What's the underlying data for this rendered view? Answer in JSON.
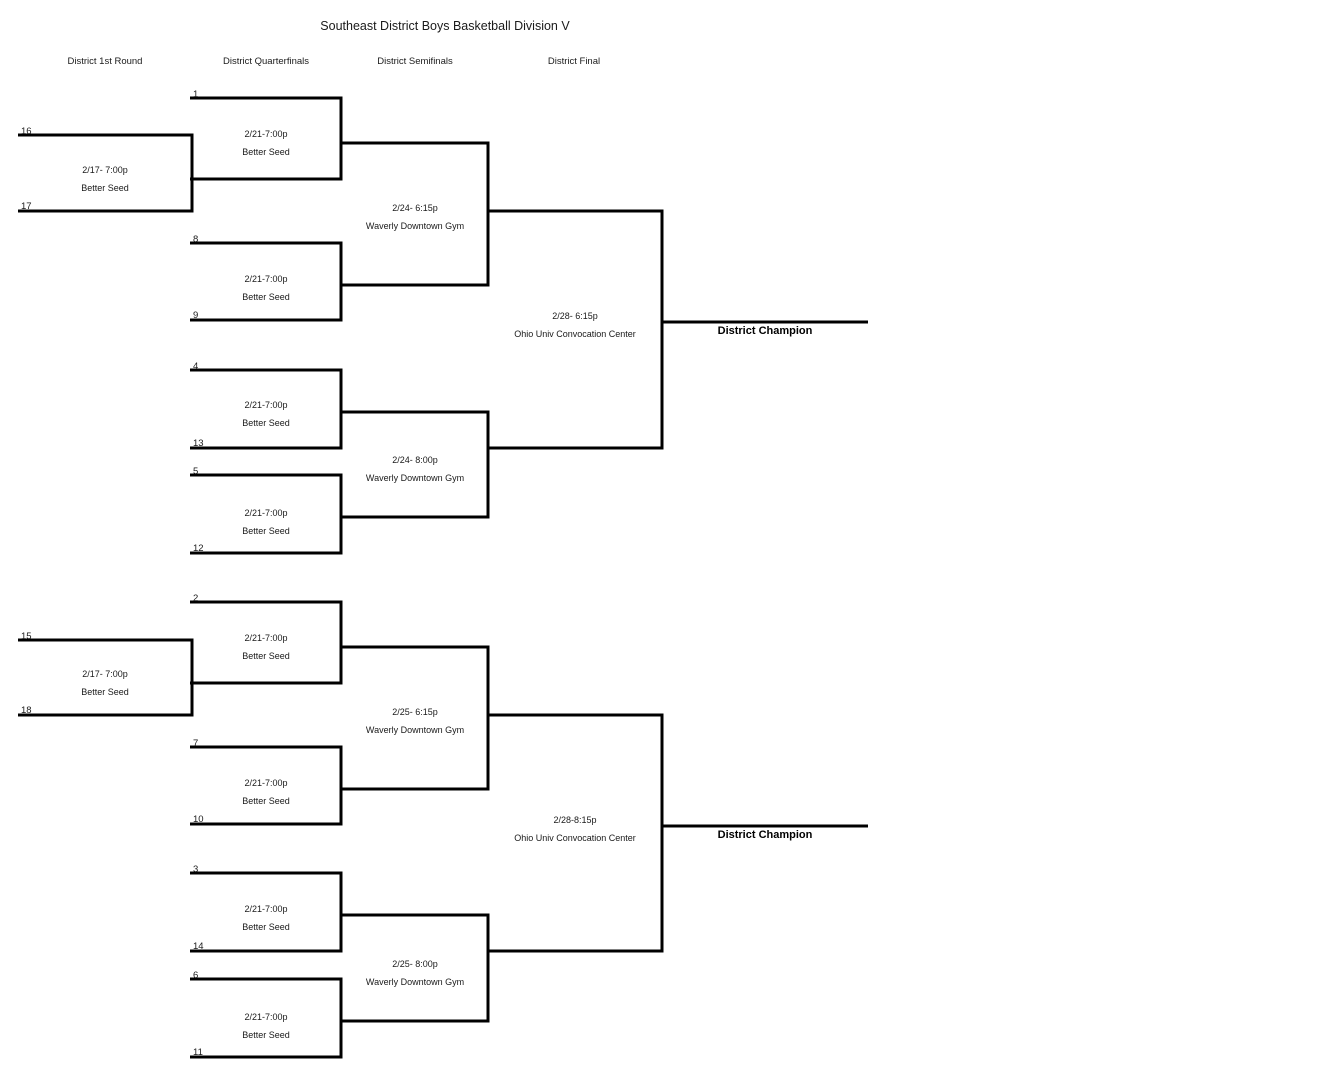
{
  "title": "Southeast District Boys Basketball Division V",
  "round_headers": [
    {
      "label": "District 1st Round"
    },
    {
      "label": "District Quarterfinals"
    },
    {
      "label": "District Semifinals"
    },
    {
      "label": "District Final"
    }
  ],
  "champion_labels": [
    {
      "label": "District Champion"
    },
    {
      "label": "District Champion"
    }
  ],
  "first_round": [
    {
      "top_seed": "16",
      "bottom_seed": "17",
      "date_time": "2/17- 7:00p",
      "site": "Better Seed"
    },
    {
      "top_seed": "15",
      "bottom_seed": "18",
      "date_time": "2/17- 7:00p",
      "site": "Better Seed"
    }
  ],
  "quarterfinals": [
    {
      "top_seed": "1",
      "bottom_seed": "",
      "date_time": "2/21-7:00p",
      "site": "Better Seed"
    },
    {
      "top_seed": "8",
      "bottom_seed": "9",
      "date_time": "2/21-7:00p",
      "site": "Better Seed"
    },
    {
      "top_seed": "4",
      "bottom_seed": "13",
      "date_time": "2/21-7:00p",
      "site": "Better Seed"
    },
    {
      "top_seed": "5",
      "bottom_seed": "12",
      "date_time": "2/21-7:00p",
      "site": "Better Seed"
    },
    {
      "top_seed": "2",
      "bottom_seed": "",
      "date_time": "2/21-7:00p",
      "site": "Better Seed"
    },
    {
      "top_seed": "7",
      "bottom_seed": "10",
      "date_time": "2/21-7:00p",
      "site": "Better Seed"
    },
    {
      "top_seed": "3",
      "bottom_seed": "14",
      "date_time": "2/21-7:00p",
      "site": "Better Seed"
    },
    {
      "top_seed": "6",
      "bottom_seed": "11",
      "date_time": "2/21-7:00p",
      "site": "Better Seed"
    }
  ],
  "semifinals": [
    {
      "date_time": "2/24- 6:15p",
      "site": "Waverly Downtown Gym"
    },
    {
      "date_time": "2/24- 8:00p",
      "site": "Waverly Downtown Gym"
    },
    {
      "date_time": "2/25- 6:15p",
      "site": "Waverly Downtown Gym"
    },
    {
      "date_time": "2/25- 8:00p",
      "site": "Waverly Downtown Gym"
    }
  ],
  "finals": [
    {
      "date_time": "2/28- 6:15p",
      "site": "Ohio Univ Convocation Center"
    },
    {
      "date_time": "2/28-8:15p",
      "site": "Ohio Univ Convocation Center"
    }
  ],
  "colors": {
    "line": "#000000",
    "text": "#1a1a1a",
    "background": "#ffffff"
  }
}
